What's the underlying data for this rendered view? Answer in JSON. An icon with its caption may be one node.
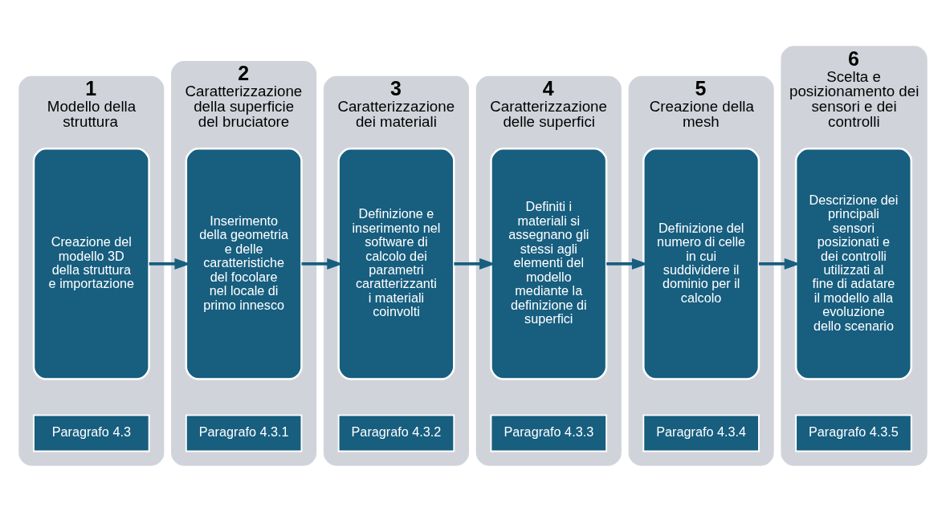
{
  "diagram": {
    "nodes": [
      {
        "text": [
          "1",
          "Modello della struttura"
        ]
      },
      {
        "text": [
          "Creazione del modello 3D della struttura e importazione"
        ],
        "in": 0
      },
      {
        "text": [
          "Paragrafo 4.3"
        ],
        "in": 0
      },
      {
        "text": [
          "2",
          "Caratterizzazione della superficie del bruciatore"
        ]
      },
      {
        "text": [
          "Inserimento della geometria e delle caratteristiche del focolare nel locale di primo innesco"
        ],
        "in": 3
      },
      {
        "text": [
          "Paragrafo 4.3.1"
        ],
        "in": 3
      },
      {
        "text": [
          "3",
          "Caratterizzazione dei materiali"
        ]
      },
      {
        "text": [
          "Definizione e inserimento nel software di calcolo dei parametri caratterizzanti i materiali coinvolti"
        ],
        "in": 6
      },
      {
        "text": [
          "Paragrafo 4.3.2"
        ],
        "in": 6
      },
      {
        "text": [
          "4",
          "Caratterizzazione delle superfici"
        ]
      },
      {
        "text": [
          "Definiti i materiali si assegnano gli stessi agli elementi del modello mediante la definizione di superfici"
        ],
        "in": 9
      },
      {
        "text": [
          "Paragrafo 4.3.3"
        ],
        "in": 9
      },
      {
        "text": [
          "5",
          "Creazione della mesh"
        ]
      },
      {
        "text": [
          "Definizione del numero di celle in cui suddividere il dominio per il calcolo"
        ],
        "in": 12
      },
      {
        "text": [
          "Paragrafo 4.3.4"
        ],
        "in": 12
      },
      {
        "text": [
          "6",
          "Scelta e posizionamento dei sensori e dei controlli"
        ]
      },
      {
        "text": [
          "Descrizione dei principali sensori posizionati e dei controlli utilizzati al fine di adatare il modello alla evoluzione dello scenario"
        ],
        "in": 15
      },
      {
        "text": [
          "Paragrafo 4.3.5"
        ],
        "in": 15
      }
    ],
    "edges": [
      {
        "from": 1,
        "to": 4,
        "arrow": "to"
      },
      {
        "from": 4,
        "to": 7,
        "arrow": "to"
      },
      {
        "from": 7,
        "to": 10,
        "arrow": "to"
      },
      {
        "from": 10,
        "to": 13,
        "arrow": "to"
      },
      {
        "from": 13,
        "to": 16,
        "arrow": "to"
      }
    ]
  }
}
